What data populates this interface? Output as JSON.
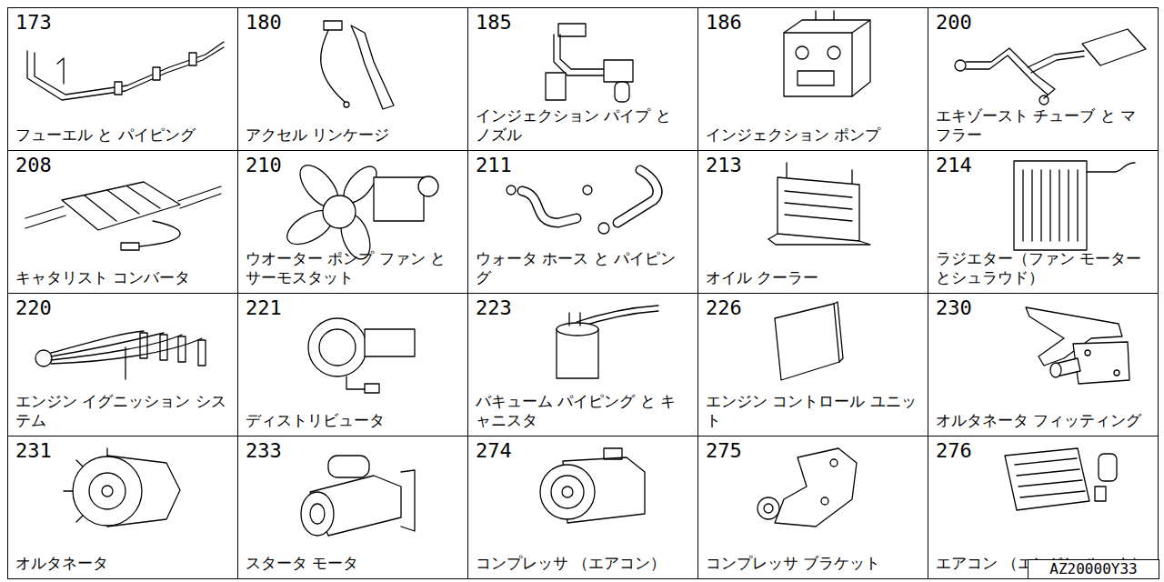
{
  "diagram": {
    "nodes": [
      {
        "text": [
          "173",
          "フューエル と パイピング"
        ]
      },
      {
        "text": [
          "180",
          "アクセル リンケージ"
        ]
      },
      {
        "text": [
          "185",
          "インジェクション パイプ と ノズル"
        ]
      },
      {
        "text": [
          "186",
          "インジェクション ポンプ"
        ]
      },
      {
        "text": [
          "200",
          "エキゾースト チューブ と マフラー"
        ]
      },
      {
        "text": [
          "208",
          "キャタリスト コンバータ"
        ]
      },
      {
        "text": [
          "210",
          "ウオーター ポンプ ファン と サーモスタット"
        ]
      },
      {
        "text": [
          "211",
          "ウォータ ホース と パイピング"
        ]
      },
      {
        "text": [
          "213",
          "オイル クーラー"
        ]
      },
      {
        "text": [
          "214",
          "ラジエター（ファン モーター とシュラウド）"
        ]
      },
      {
        "text": [
          "220",
          "エンジン イグニッション システム"
        ]
      },
      {
        "text": [
          "221",
          "ディストリビュータ"
        ]
      },
      {
        "text": [
          "223",
          "バキューム パイピング と キャニスタ"
        ]
      },
      {
        "text": [
          "226",
          "エンジン コントロール ユニット"
        ]
      },
      {
        "text": [
          "230",
          "オルタネータ フィッティング"
        ]
      },
      {
        "text": [
          "231",
          "オルタネータ"
        ]
      },
      {
        "text": [
          "233",
          "スタータ モータ"
        ]
      },
      {
        "text": [
          "274",
          "コンプレッサ （エアコン）"
        ]
      },
      {
        "text": [
          "275",
          "コンプレッサ ブラケット"
        ]
      },
      {
        "text": [
          "276",
          "エアコン （エンジン ルーム）"
        ]
      },
      {
        "text": [
          "AZ20000Y33"
        ]
      }
    ]
  }
}
